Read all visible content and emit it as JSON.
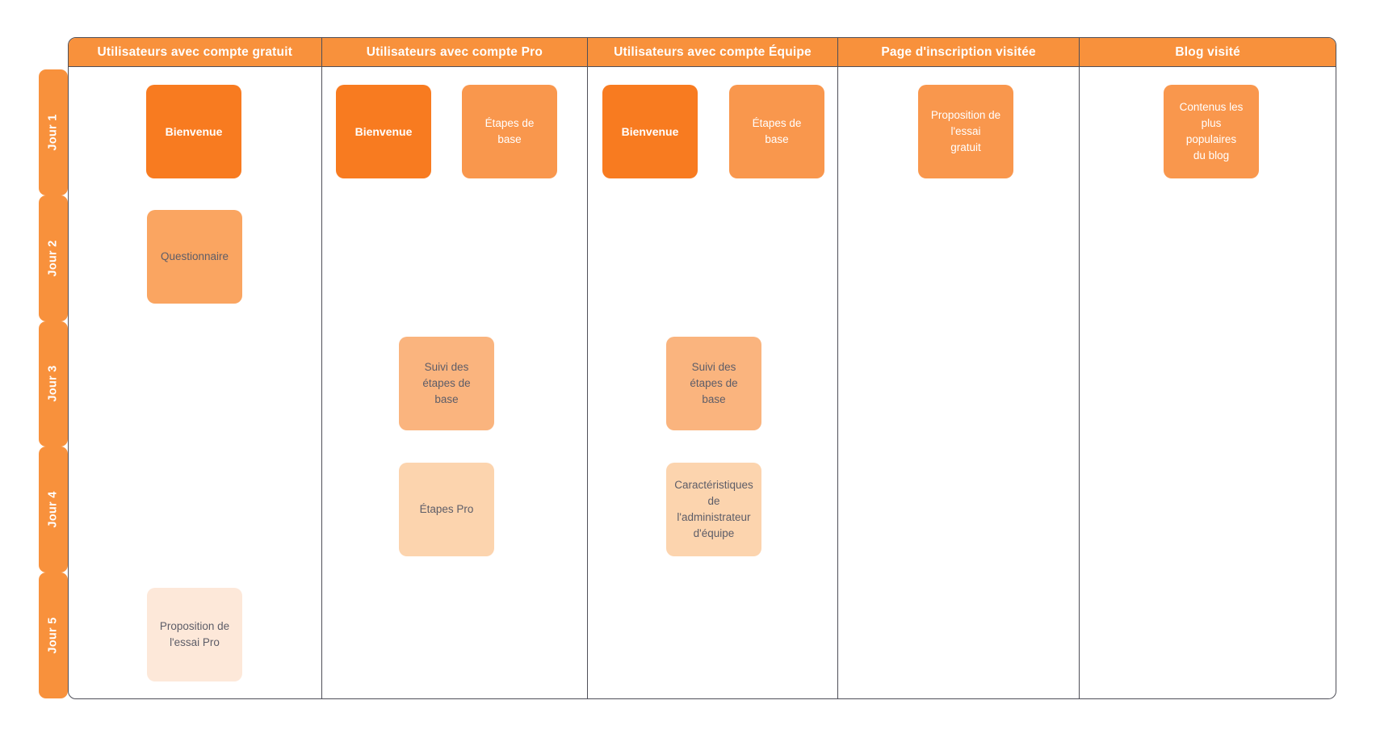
{
  "palette": {
    "orange": "#F8913C",
    "border": "#4F4F58",
    "card-day1": "#F87B20",
    "card-day1b": "#F9974D",
    "card-day2": "#FAA561",
    "card-day3": "#FAB47E",
    "card-day4": "#FCD4AE",
    "card-day5": "#FDE8D9",
    "text-dark": "#5D5D68"
  },
  "columns": [
    {
      "label": "Utilisateurs avec compte gratuit"
    },
    {
      "label": "Utilisateurs avec compte Pro"
    },
    {
      "label": "Utilisateurs avec compte Équipe"
    },
    {
      "label": "Page d'inscription visitée"
    },
    {
      "label": "Blog visité"
    }
  ],
  "days": [
    {
      "label": "Jour 1"
    },
    {
      "label": "Jour 2"
    },
    {
      "label": "Jour 3"
    },
    {
      "label": "Jour 4"
    },
    {
      "label": "Jour 5"
    }
  ],
  "cards": [
    {
      "text": "Bienvenue",
      "column": "Utilisateurs avec compte gratuit",
      "day": "Jour 1"
    },
    {
      "text": "Bienvenue",
      "column": "Utilisateurs avec compte Pro",
      "day": "Jour 1"
    },
    {
      "text": "Étapes de\nbase",
      "column": "Utilisateurs avec compte Pro",
      "day": "Jour 1"
    },
    {
      "text": "Bienvenue",
      "column": "Utilisateurs avec compte Équipe",
      "day": "Jour 1"
    },
    {
      "text": "Étapes de\nbase",
      "column": "Utilisateurs avec compte Équipe",
      "day": "Jour 1"
    },
    {
      "text": "Proposition de\nl'essai\ngratuit",
      "column": "Page d'inscription visitée",
      "day": "Jour 1"
    },
    {
      "text": "Contenus les\nplus\npopulaires\ndu blog",
      "column": "Blog visité",
      "day": "Jour 1"
    },
    {
      "text": "Questionnaire",
      "column": "Utilisateurs avec compte gratuit",
      "day": "Jour 2"
    },
    {
      "text": "Suivi des\nétapes de\nbase",
      "column": "Utilisateurs avec compte Pro",
      "day": "Jour 3"
    },
    {
      "text": "Suivi des\nétapes de\nbase",
      "column": "Utilisateurs avec compte Équipe",
      "day": "Jour 3"
    },
    {
      "text": "Étapes Pro",
      "column": "Utilisateurs avec compte Pro",
      "day": "Jour 4"
    },
    {
      "text": "Caractéristiques\nde\nl'administrateur\nd'équipe",
      "column": "Utilisateurs avec compte Équipe",
      "day": "Jour 4"
    },
    {
      "text": "Proposition de\nl'essai Pro",
      "column": "Utilisateurs avec compte gratuit",
      "day": "Jour 5"
    }
  ]
}
